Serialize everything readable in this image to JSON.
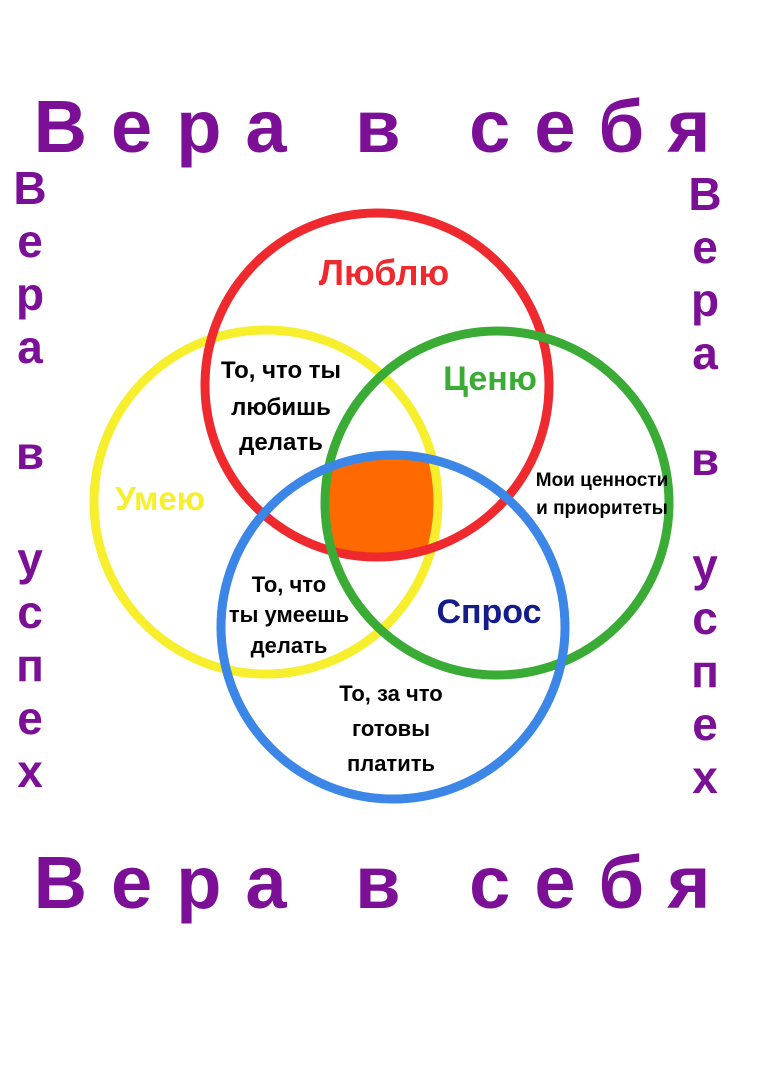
{
  "banner_top": "Вера в себя",
  "banner_bottom": "Вера в себя",
  "side_left": [
    "В",
    "е",
    "р",
    "а",
    "",
    "в",
    "",
    "у",
    "с",
    "п",
    "е",
    "х"
  ],
  "side_right": [
    "В",
    "е",
    "р",
    "а",
    "",
    "в",
    "",
    "у",
    "с",
    "п",
    "е",
    "х"
  ],
  "colors": {
    "banner": "#7b0f96",
    "love": "#ee2a2e",
    "value": "#3aab35",
    "skill": "#f7ef2e",
    "demand": "#3b86e6",
    "center": "#ff6a00"
  },
  "circles": {
    "love": {
      "title": "Люблю",
      "desc": [
        "То, что ты",
        "любишь",
        "делать"
      ]
    },
    "value": {
      "title": "Ценю",
      "desc": [
        "Мои ценности",
        "и приоритеты"
      ]
    },
    "skill": {
      "title": "Умею",
      "desc": [
        "То, что",
        "ты умеешь",
        "делать"
      ]
    },
    "demand": {
      "title": "Спрос",
      "desc": [
        "То, за что",
        "готовы",
        "платить"
      ]
    }
  }
}
